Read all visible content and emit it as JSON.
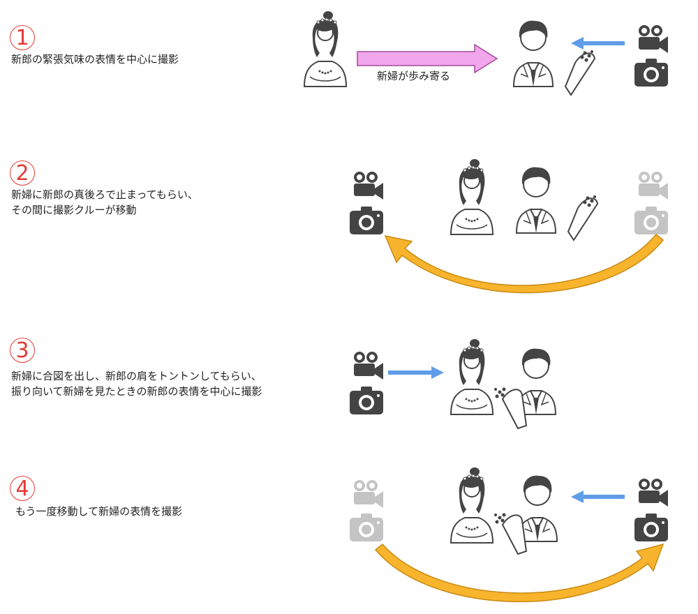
{
  "colors": {
    "icon_dark": "#444444",
    "icon_faded": "#c4c4c4",
    "number_red": "#e53935",
    "arrow_pink": "#f2a6ec",
    "arrow_blue": "#5f9de9",
    "arrow_orange": "#f7b42c"
  },
  "steps": [
    {
      "number": "1",
      "text": [
        "新郎の緊張気味の表情を中心に撮影"
      ],
      "caption": "新婦が歩み寄る"
    },
    {
      "number": "2",
      "text": [
        "新婦に新郎の真後ろで止まってもらい、",
        "その間に撮影クルーが移動"
      ]
    },
    {
      "number": "3",
      "text": [
        "新婦に合図を出し、新郎の肩をトントンしてもらい、",
        "振り向いて新婦を見たときの新郎の表情を中心に撮影"
      ]
    },
    {
      "number": "4",
      "text": [
        "もう一度移動して新婦の表情を撮影"
      ]
    }
  ],
  "icons": [
    "bride-icon",
    "groom-icon",
    "bouquet-icon",
    "video-camera-icon",
    "photo-camera-icon"
  ]
}
